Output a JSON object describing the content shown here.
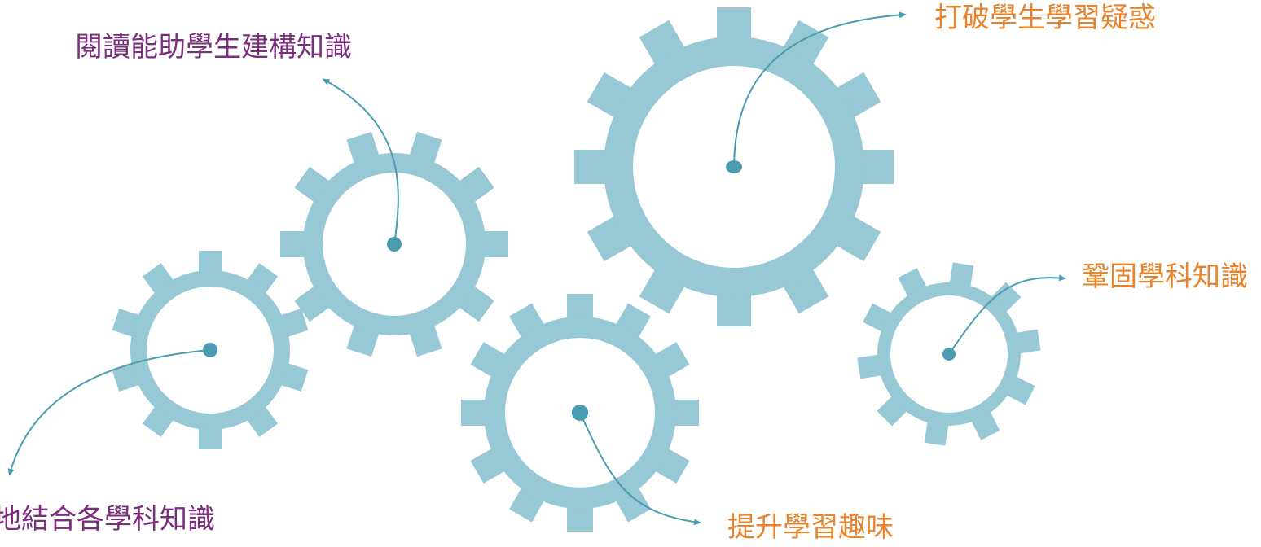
{
  "colors": {
    "gear": "#96c8d5",
    "hub": "#4a9cb0",
    "arrow": "#4a9cb0",
    "label_purple": "#7a2e7d",
    "label_orange": "#e6832b"
  },
  "labels": {
    "reading": "閱讀能助學生建構知識",
    "doubt": "打破學生學習疑惑",
    "consolidate": "鞏固學科知識",
    "combine": "地結合各學科知識",
    "interest": "提升學習趣味"
  },
  "icons": {
    "gear": "gear-icon",
    "arrow": "arrow-icon"
  }
}
